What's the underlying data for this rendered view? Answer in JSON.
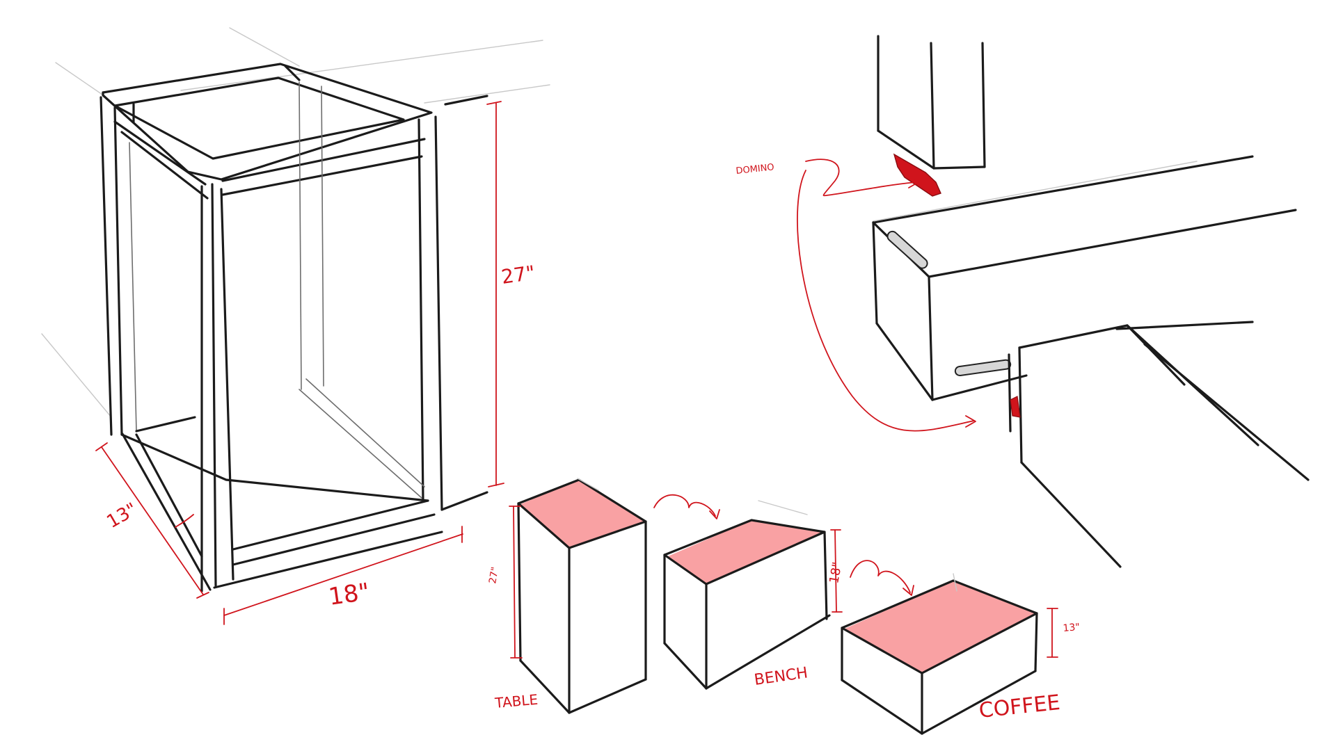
{
  "labels": {
    "dim_height": "27\"",
    "dim_depth": "13\"",
    "dim_width": "18\"",
    "domino": "DOMINO",
    "block_table_height": "27\"",
    "block_bench_height": "18\"",
    "block_coffee_height": "13\"",
    "name_table": "TABLE",
    "name_bench": "BENCH",
    "name_coffee": "COFFEE"
  },
  "colors": {
    "ink": "#1b1b1b",
    "annotation_red": "#d0141c",
    "highlight_pink": "#f9a1a3"
  }
}
